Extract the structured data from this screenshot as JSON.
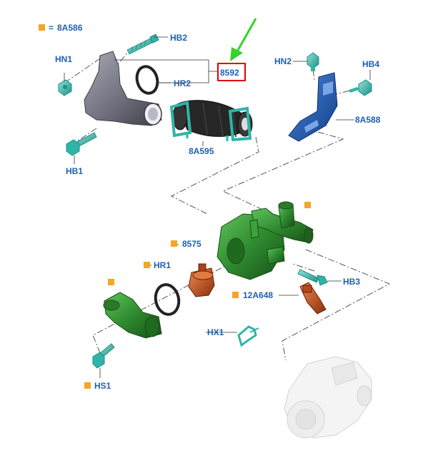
{
  "legend": {
    "swatch_color": "#f5a623",
    "equals": "=",
    "code": "8A586"
  },
  "highlight": {
    "code": "8592",
    "box_color": "#e00000",
    "arrow_color": "#35d32a"
  },
  "labels": {
    "hb2": "HB2",
    "hn1": "HN1",
    "hr2": "HR2",
    "a8a595": "8A595",
    "hb1": "HB1",
    "hn2": "HN2",
    "hb4": "HB4",
    "a8a588": "8A588",
    "a8575": "8575",
    "hr1": "HR1",
    "hb3": "HB3",
    "a12a648": "12A648",
    "hx1": "HX1",
    "hs1": "HS1"
  },
  "colors": {
    "label_blue": "#1f5fb4",
    "fastener_teal": "#2fb5a8",
    "housing_green": "#2f8a2f",
    "bracket_blue": "#1e56b0",
    "hose_black": "#222222",
    "elbow_grey": "#6a6a78",
    "thermostat_orange": "#c8501e"
  }
}
